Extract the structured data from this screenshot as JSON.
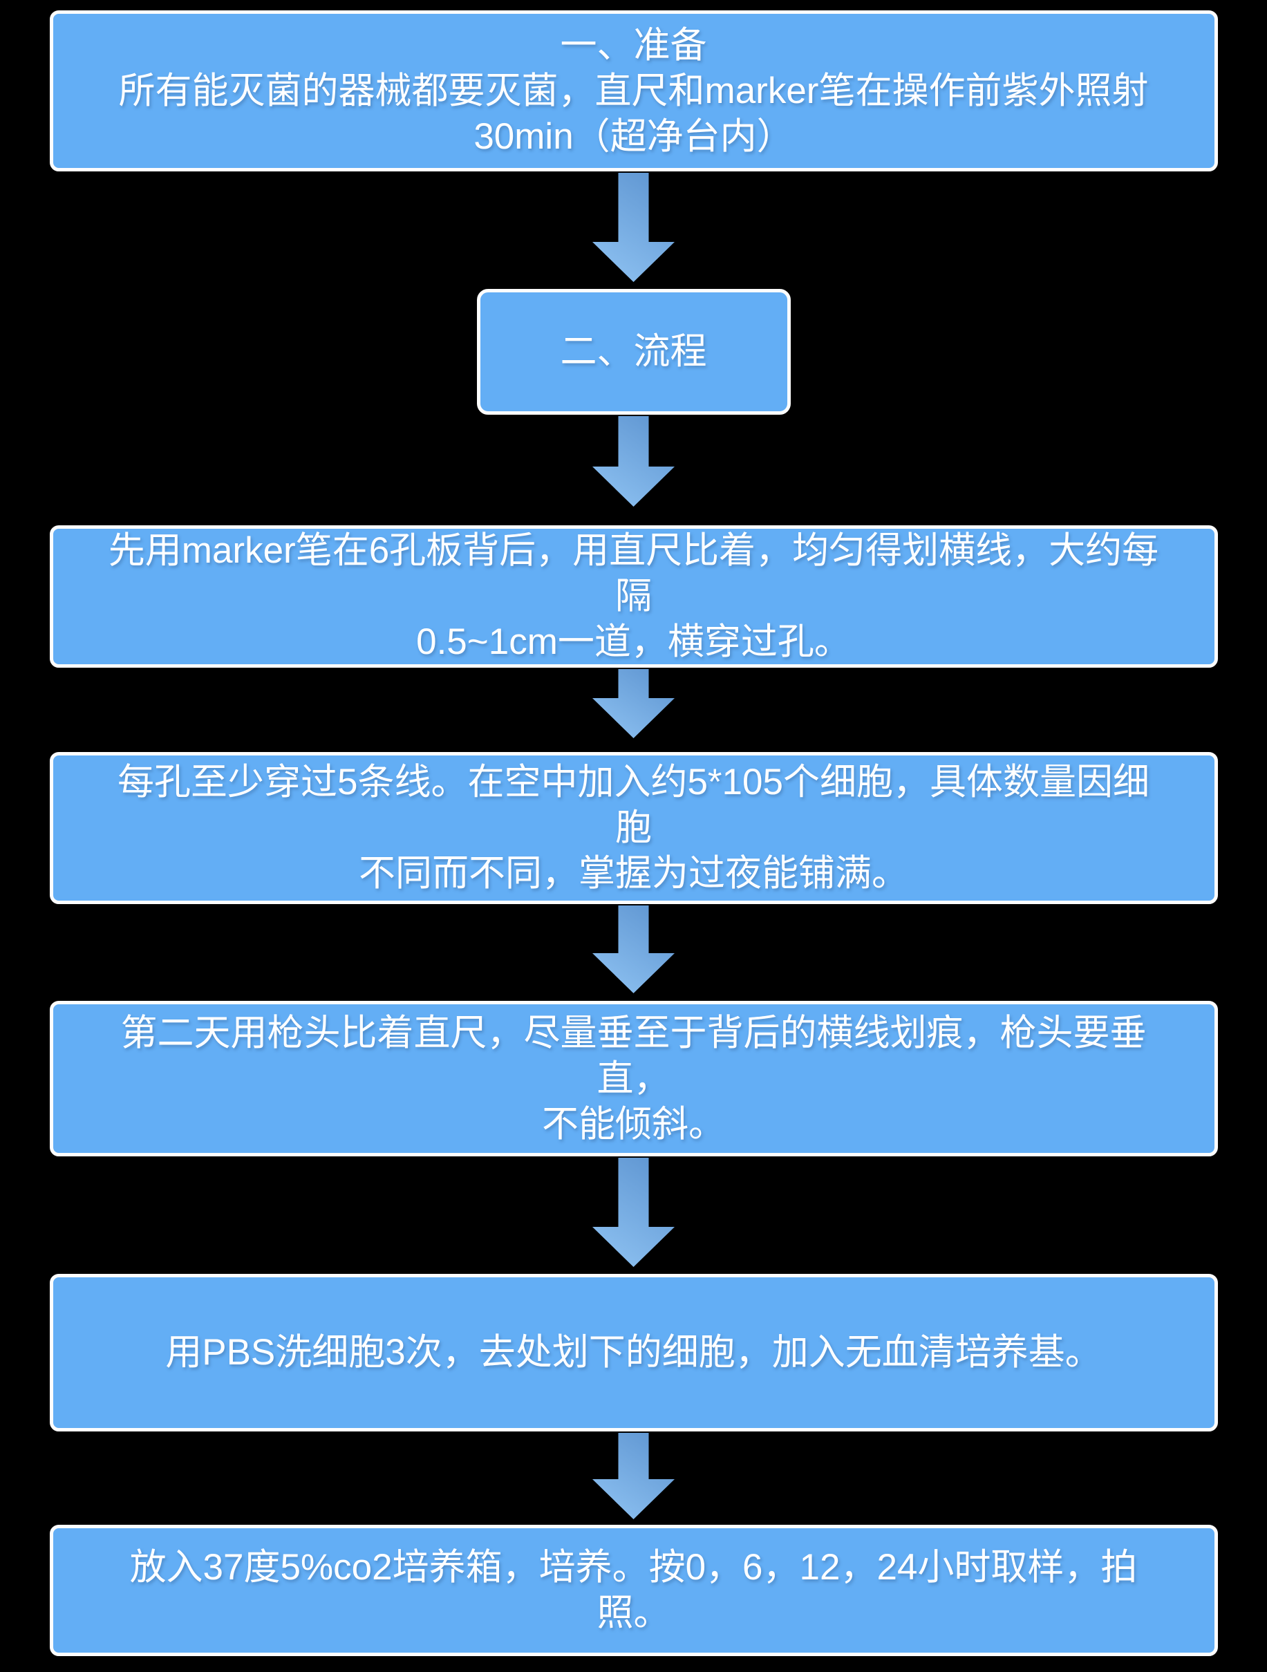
{
  "slide": {
    "background_color": "#000000",
    "node_fill_color": "#63aef5",
    "node_border_color": "#ffffff",
    "node_text_color": "#ffffff",
    "arrow_gradient_dark": "#5e95d1",
    "arrow_gradient_light": "#8ec2f2",
    "nodes": [
      {
        "id": "step-1-prepare",
        "text": "一、准备\n所有能灭菌的器械都要灭菌，直尺和marker笔在操作前紫外照射\n30min（超净台内）"
      },
      {
        "id": "step-2-process-title",
        "text": "二、流程"
      },
      {
        "id": "step-3-draw-lines",
        "text": "先用marker笔在6孔板背后，用直尺比着，均匀得划横线，大约每隔\n0.5~1cm一道，横穿过孔。"
      },
      {
        "id": "step-4-seed-cells",
        "text": "每孔至少穿过5条线。在空中加入约5*105个细胞，具体数量因细胞\n不同而不同，掌握为过夜能铺满。"
      },
      {
        "id": "step-5-scratch",
        "text": "第二天用枪头比着直尺，尽量垂至于背后的横线划痕，枪头要垂直，\n不能倾斜。"
      },
      {
        "id": "step-6-wash-pbs",
        "text": "用PBS洗细胞3次，去处划下的细胞，加入无血清培养基。"
      },
      {
        "id": "step-7-incubate",
        "text": "放入37度5%co2培养箱，培养。按0，6，12，24小时取样，拍照。"
      }
    ]
  }
}
